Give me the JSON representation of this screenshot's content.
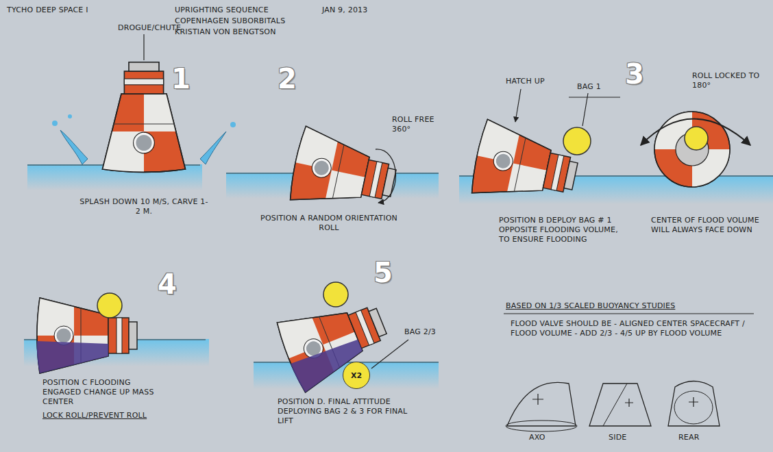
{
  "diagram": {
    "title": "TYCHO DEEP SPACE I",
    "nodes": [
      {
        "text": [
          "X2"
        ]
      }
    ],
    "labels": [
      "UPRIGHTING SEQUENCE",
      "JAN 9, 2013",
      "COPENHAGEN SUBORBITALS",
      "KRISTIAN VON BENGTSON",
      "1",
      "DROGUE/CHUTE",
      "SPLASH DOWN 10 M/S, CARVE 1-2 M.",
      "2",
      "ROLL FREE 360°",
      "POSITION A RANDOM ORIENTATION ROLL",
      "HATCH UP",
      "BAG 1",
      "3",
      "ROLL LOCKED TO 180°",
      "POSITION B DEPLOY BAG # 1 OPPOSITE FLOODING VOLUME, TO ENSURE FLOODING",
      "CENTER OF FLOOD VOLUME WILL ALWAYS FACE DOWN",
      "4",
      "POSITION C FLOODING ENGAGED CHANGE UP MASS CENTER",
      "LOCK ROLL/PREVENT ROLL",
      "5",
      "BAG 2/3",
      "POSITION D. FINAL ATTITUDE DEPLOYING BAG 2 & 3 FOR FINAL LIFT",
      "BASED ON 1/3 SCALED BUOYANCY STUDIES",
      "FLOOD VALVE SHOULD BE - ALIGNED CENTER SPACECRAFT / FLOOD VOLUME - ADD 2/3 - 4/5 UP BY FLOOD VOLUME",
      "AXO",
      "SIDE",
      "REAR"
    ]
  }
}
